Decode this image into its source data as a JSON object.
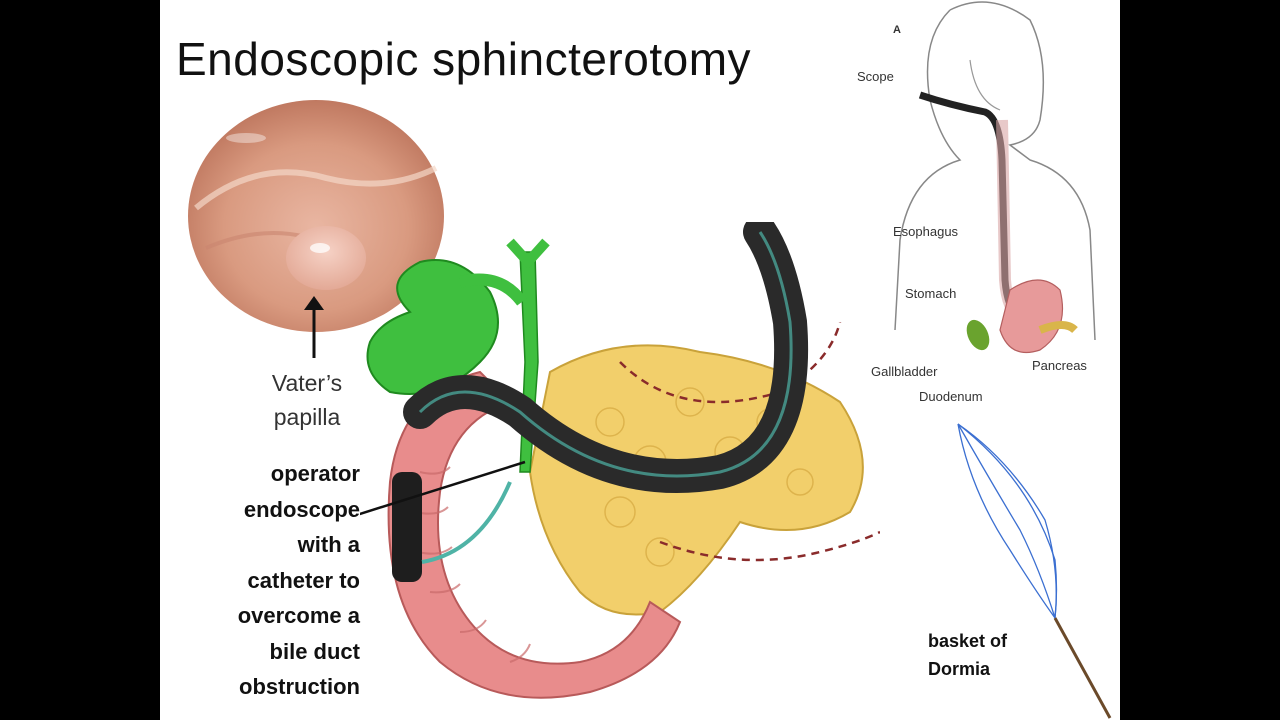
{
  "slide": {
    "title": "Endoscopic sphincterotomy",
    "papilla_label": [
      "Vater’s",
      "papilla"
    ],
    "operator_label": [
      "operator",
      "endoscope",
      "with a",
      "catheter to",
      "overcome a",
      "bile duct",
      "obstruction"
    ],
    "basket_label": [
      "basket of",
      "Dormia"
    ]
  },
  "figure_panel": {
    "letter": "A",
    "labels": {
      "scope": "Scope",
      "esophagus": "Esophagus",
      "stomach": "Stomach",
      "gallbladder": "Gallbladder",
      "pancreas": "Pancreas",
      "duodenum": "Duodenum"
    }
  },
  "colors": {
    "background": "#ffffff",
    "letterbox": "#000000",
    "gallbladder": "#3fbf3f",
    "pancreas": "#f2cf6b",
    "duodenum": "#e88c8c",
    "scope": "#2a2a2a"
  }
}
